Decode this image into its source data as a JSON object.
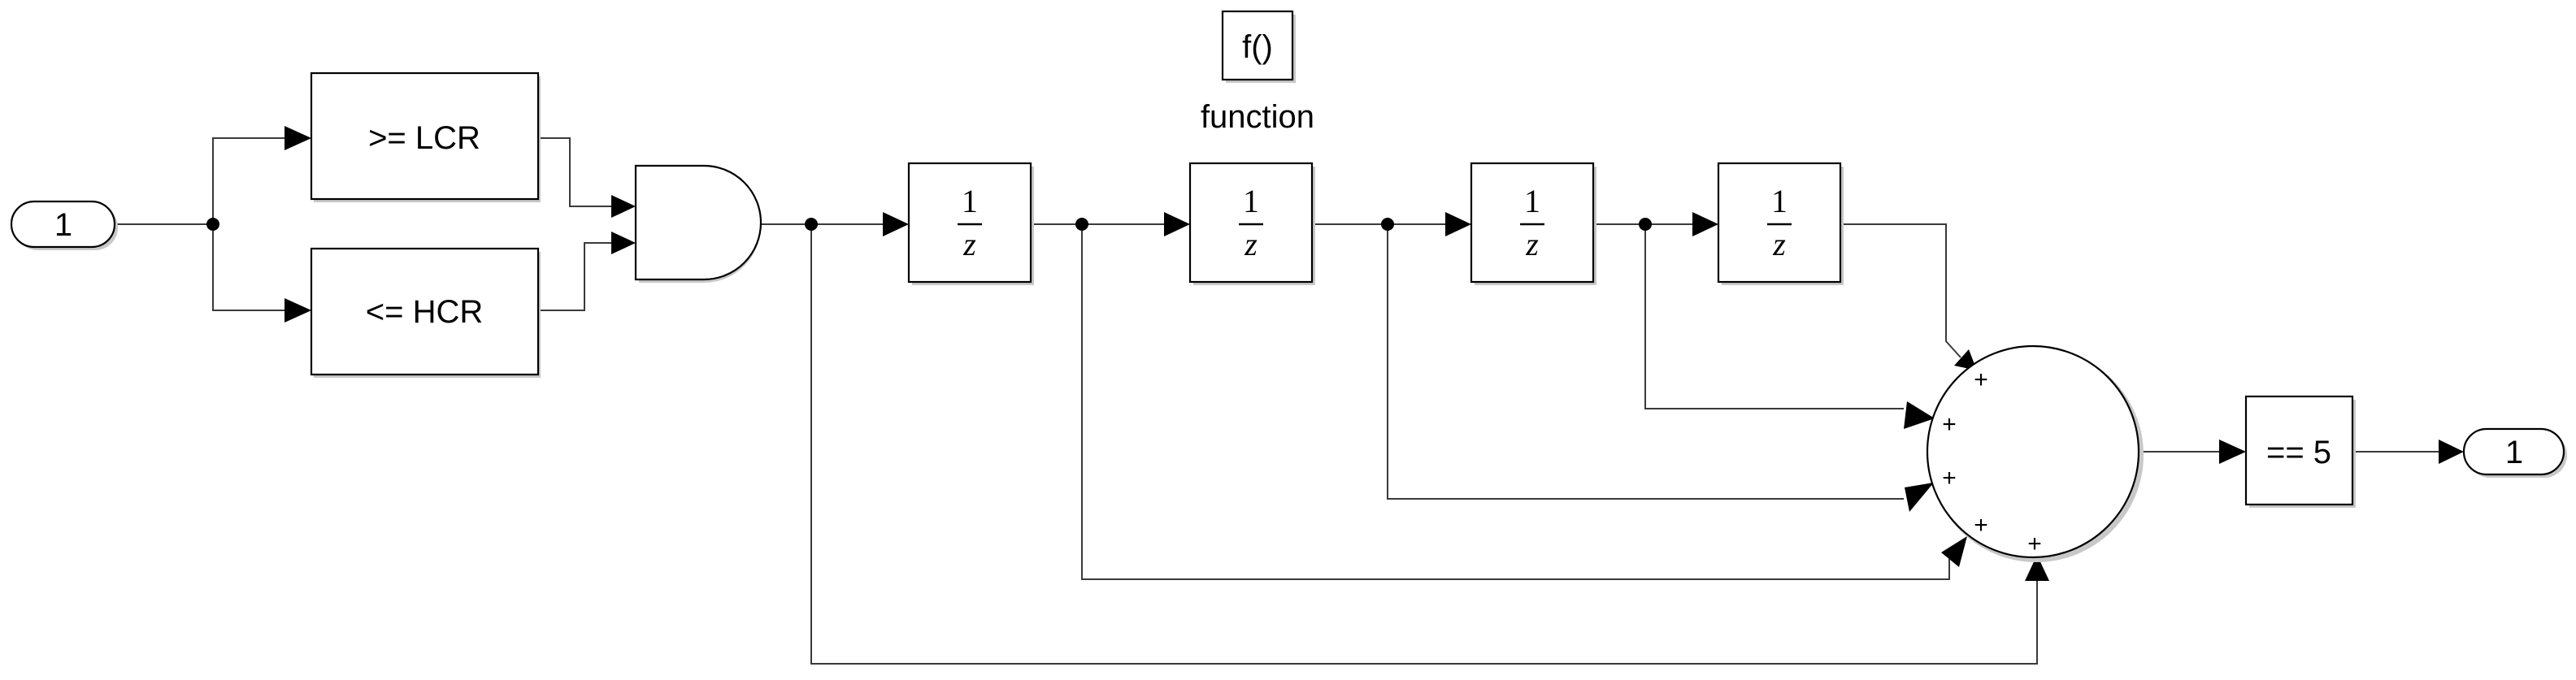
{
  "diagram": {
    "inport": {
      "label": "1"
    },
    "outport": {
      "label": "1"
    },
    "compare_lcr": {
      "label": ">= LCR"
    },
    "compare_hcr": {
      "label": "<= HCR"
    },
    "delays": [
      {
        "num": "1",
        "den": "z"
      },
      {
        "num": "1",
        "den": "z"
      },
      {
        "num": "1",
        "den": "z"
      },
      {
        "num": "1",
        "den": "z"
      }
    ],
    "function_block": {
      "label": "f()",
      "caption": "function"
    },
    "sum": {
      "signs": [
        "+",
        "+",
        "+",
        "+",
        "+"
      ]
    },
    "compare_eq": {
      "label": "== 5"
    }
  }
}
